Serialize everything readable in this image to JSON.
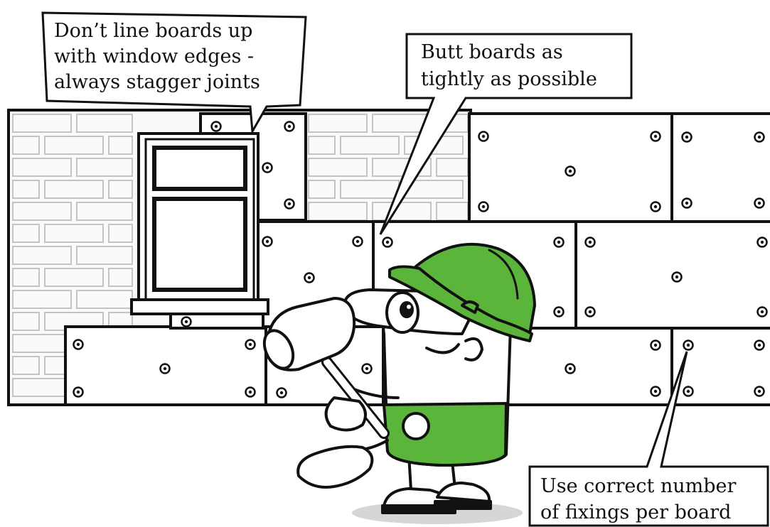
{
  "callouts": {
    "window_tip": {
      "line1": "Don’t line boards up",
      "line2": "with window edges -",
      "line3": "always stagger joints"
    },
    "butt_tip": {
      "line1": "Butt boards as",
      "line2": "tightly as possible"
    },
    "fixings_tip": {
      "line1": "Use correct number",
      "line2": "of fixings per board"
    }
  },
  "colors": {
    "helmet": "#5bb53a",
    "body_band": "#5bb53a",
    "line": "#111111",
    "brick_line": "#c9c9c9",
    "speech_bg": "#ffffff"
  },
  "icons": [
    "hammer-icon",
    "hard-hat-icon",
    "fixing-screw-icon"
  ]
}
